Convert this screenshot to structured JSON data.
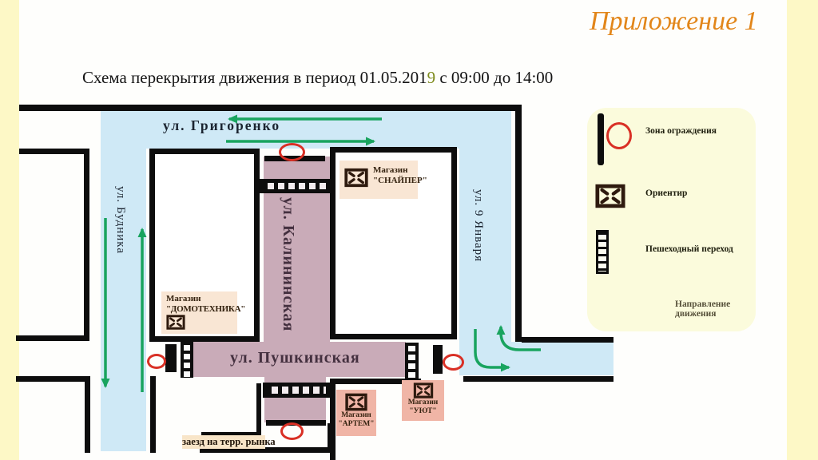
{
  "page": {
    "corner_label": "Приложение 1",
    "title_prefix": "Схема перекрытия движения в период 01.05.201",
    "title_green_digit": "9",
    "title_suffix": " с 09:00 до 14:00"
  },
  "streets": {
    "grigorenko": "ул. Григоренко",
    "budnika": "ул. Будника",
    "kalininskaya": "ул. Калининская",
    "january9": "ул. 9 Января",
    "pushkinskaya": "ул. Пушкинская"
  },
  "shops": {
    "snaiper": {
      "line1": "Магазин",
      "line2": "\"СНАЙПЕР\""
    },
    "domotehnika": {
      "line1": "Магазин",
      "line2": "\"ДОМОТЕХНИКА\""
    },
    "artem": {
      "line1": "Магазин",
      "line2": "\"АРТЕМ\""
    },
    "uyut": {
      "line1": "Магазин",
      "line2": "\"УЮТ\""
    }
  },
  "notes": {
    "market_entrance": "заезд на терр. рынка"
  },
  "legend": {
    "items": [
      {
        "label": "Зона ограждения",
        "icon": "barrier-post-with-red-oval"
      },
      {
        "label": "Ориентир",
        "icon": "landmark-box"
      },
      {
        "label": "Пешеходный переход",
        "icon": "pedestrian-crossing-ladder"
      },
      {
        "label": "Направление движения",
        "icon": "direction-arrows"
      }
    ]
  },
  "colors": {
    "accent_orange": "#e2861a",
    "open_road_blue": "#cfe9f6",
    "closed_road_pink": "#c9abb8",
    "arrow_green": "#19a45f",
    "barrier_red": "#d93025",
    "legend_bg": "#fbfbdc",
    "page_bg": "#fdf8c6",
    "date_digit_green": "#7f8c1e"
  }
}
